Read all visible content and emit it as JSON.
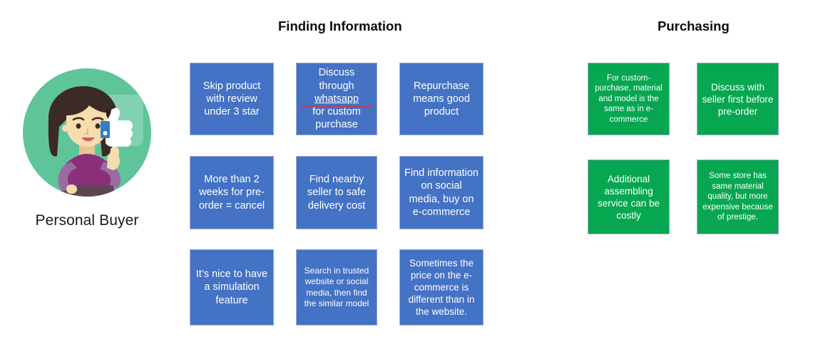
{
  "persona": {
    "label": "Personal Buyer",
    "avatar_icon": "woman-thumbs-up-avatar-icon",
    "colors": {
      "circle": "#5fc49a",
      "hair": "#3b2a26",
      "skin": "#f5d6a8",
      "top": "#8b2f7a",
      "sleeve": "#9b6aa0",
      "skirt": "#5d4652",
      "thumb": "#ffffff",
      "badge": "#2f7fc4"
    }
  },
  "sections": [
    {
      "id": "finding-information",
      "title": "Finding Information",
      "color": "#4472c4",
      "cards": [
        {
          "id": "skip-product-review",
          "text": "Skip product with review under 3 star"
        },
        {
          "id": "discuss-whatsapp",
          "text_before": "Discuss through ",
          "misspelled": "whatsapp",
          "text_after": " for custom purchase"
        },
        {
          "id": "repurchase-good-product",
          "text": "Repurchase means good product"
        },
        {
          "id": "preorder-two-weeks",
          "text": "More than 2 weeks for pre-order = cancel"
        },
        {
          "id": "nearby-seller-delivery",
          "text": "Find nearby seller to safe delivery cost"
        },
        {
          "id": "social-media-ecommerce",
          "text": "Find information on social media, buy on e-commerce"
        },
        {
          "id": "simulation-feature",
          "text": "It’s nice to have a simulation feature"
        },
        {
          "id": "search-trusted-website",
          "text": "Search in trusted website or social media, then find the similar model"
        },
        {
          "id": "price-difference",
          "text": "Sometimes the price on the e-commerce is different than in the website."
        }
      ]
    },
    {
      "id": "purchasing",
      "title": "Purchasing",
      "color": "#07a751",
      "cards": [
        {
          "id": "custom-purchase-material",
          "text": "For custom-purchase, material and model is the same as in e-commerce"
        },
        {
          "id": "discuss-seller-first",
          "text": "Discuss with seller first before pre-order"
        },
        {
          "id": "assembling-service-costly",
          "text": "Additional assembling service can be costly"
        },
        {
          "id": "store-prestige-price",
          "text": "Some store has same material quality, but more expensive because of prestige."
        }
      ]
    }
  ]
}
